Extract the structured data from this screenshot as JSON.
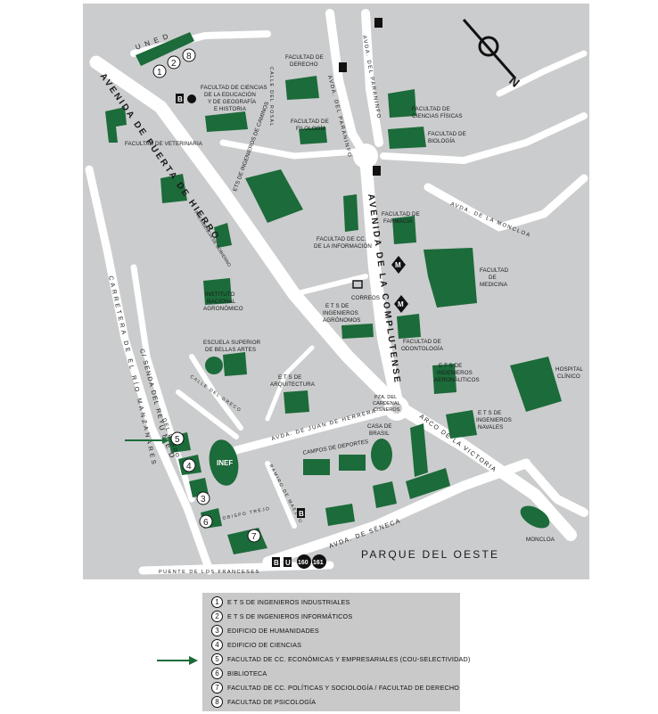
{
  "map": {
    "colors": {
      "background": "#cbcccd",
      "roads": "#ffffff",
      "buildings": "#1c6b3a",
      "legend_bg": "#c9c9ca"
    },
    "labels": {
      "uned_top": "U N E D",
      "avenida_puerta_hierro": "AVENIDA DE PUERTA DE HIERRO",
      "avenida_complutense": "AVENIDA DE LA COMPLUTENSE",
      "avda_paraninfo": "AVDA. DEL PARANINFO",
      "avda_moncloa": "AVDA. DE LA MONCLOA",
      "avda_juan_herrera": "AVDA. DE JUAN DE HERRERA",
      "arco_victoria": "ARCO DE LA VICTORIA",
      "avda_seneca": "AVDA. DE SÉNECA",
      "carretera_rio": "CARRETERA DE EL RÍO MANZANARES",
      "senda_rey": "C/ SENDA DEL REY",
      "calle_pardo": "DEL PARDO",
      "uned_left": "U N E D",
      "puente_franceses": "PUENTE DE LOS FRANCESES",
      "parque_oeste": "PARQUE DEL OESTE",
      "moncloa": "MONCLOA",
      "calle_greco": "CALLE DEL GRECO",
      "obispo_trejo": "OBISPO TREJO",
      "ramiro_maeztu": "RAMIRO DE MAEZTU",
      "calle_rosal": "CALLE DEL ROSAL",
      "f_veterinaria": "FACULTAD DE VETERINARIA",
      "f_educacion_1": "FACULTAD DE CIENCIAS",
      "f_educacion_2": "DE LA EDUCACIÓN",
      "f_educacion_3": "Y DE GEOGRAFÍA",
      "f_educacion_4": "E HISTORIA",
      "f_derecho_1": "FACULTAD DE",
      "f_derecho_2": "DERECHO",
      "f_filologia_1": "FACULTAD DE",
      "f_filologia_2": "FILOLOGÍA",
      "f_fisicas_1": "FACULTAD DE",
      "f_fisicas_2": "CIENCIAS FÍSICAS",
      "f_biologia_1": "FACULTAD DE",
      "f_biologia_2": "BIOLOGÍA",
      "ets_caminos": "ETS DE INGENIEROS DE CAMINOS",
      "presidencia": "PRESIDENCIA DE GOBIERNO",
      "f_farmacia_1": "FACULTAD DE",
      "f_farmacia_2": "FARMACIA",
      "f_informacion_1": "FACULTAD DE CC.",
      "f_informacion_2": "DE LA INFORMACIÓN",
      "f_medicina_1": "FACULTAD",
      "f_medicina_2": "DE",
      "f_medicina_3": "MEDICINA",
      "correos": "CORREOS",
      "instituto_1": "INSTITUTO",
      "instituto_2": "NACIONAL",
      "instituto_3": "AGRONÓMICO",
      "agronomos_1": "E T S DE",
      "agronomos_2": "INGENIEROS",
      "agronomos_3": "AGRÓNOMOS",
      "odontologia_1": "FACULTAD DE",
      "odontologia_2": "ODONTOLOGÍA",
      "bellas_artes_1": "ESCUELA SUPERIOR",
      "bellas_artes_2": "DE BELLAS ARTES",
      "aeronauticos_1": "E T S DE",
      "aeronauticos_2": "INGENIEROS",
      "aeronauticos_3": "AERONÁUTICOS",
      "hospital_1": "HOSPITAL",
      "hospital_2": "CLÍNICO",
      "arquitectura_1": "E T S DE",
      "arquitectura_2": "ARQUITECTURA",
      "plaza_1": "PZA. DEL",
      "plaza_2": "CARDENAL",
      "plaza_3": "CISNEROS",
      "navales_1": "E T S DE",
      "navales_2": "INGENIEROS",
      "navales_3": "NAVALES",
      "casa_brasil_1": "CASA DE",
      "casa_brasil_2": "BRASIL",
      "campos_deportes": "CAMPOS DE DEPORTES",
      "inef": "INEF"
    },
    "badges": {
      "bus": "B",
      "underground": "U",
      "line_a": "160",
      "line_b": "161",
      "metro": "M",
      "compass": "N"
    },
    "numbers": [
      "1",
      "2",
      "3",
      "4",
      "5",
      "6",
      "7",
      "8"
    ]
  },
  "legend": {
    "items": [
      {
        "num": "1",
        "text": "E T S DE INGENIEROS INDUSTRIALES"
      },
      {
        "num": "2",
        "text": "E T S DE INGENIEROS INFORMÁTICOS"
      },
      {
        "num": "3",
        "text": "EDIFICIO DE HUMANIDADES"
      },
      {
        "num": "4",
        "text": "EDIFICIO DE CIENCIAS"
      },
      {
        "num": "5",
        "text": "FACULTAD DE CC. ECONÓMICAS Y EMPRESARIALES (COU-SELECTIVIDAD)"
      },
      {
        "num": "6",
        "text": "BIBLIOTECA"
      },
      {
        "num": "7",
        "text": "FACULTAD DE CC. POLÍTICAS Y SOCIOLOGÍA / FACULTAD DE DERECHO"
      },
      {
        "num": "8",
        "text": "FACULTAD DE PSICOLOGÍA"
      }
    ]
  }
}
